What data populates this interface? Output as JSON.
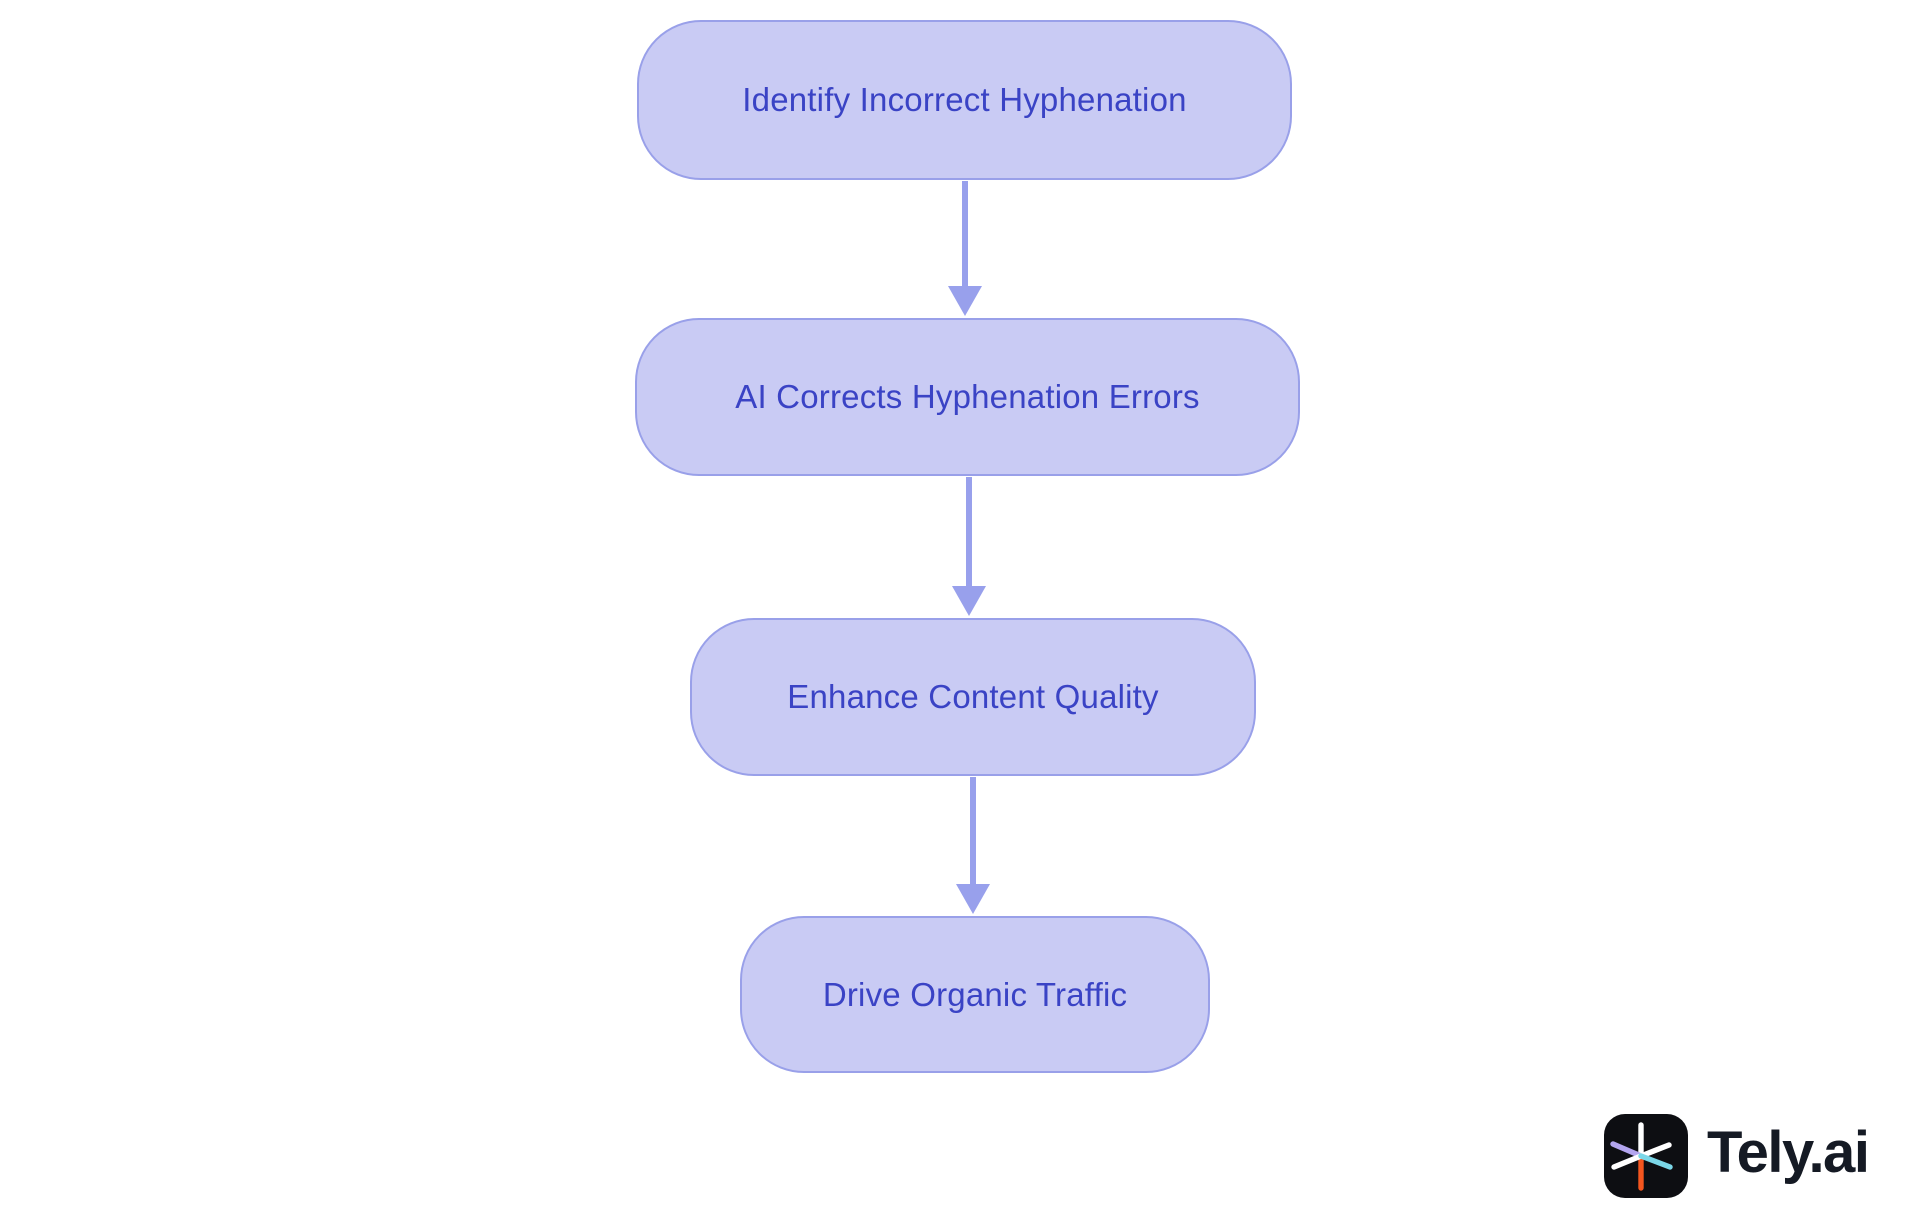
{
  "diagram": {
    "type": "flowchart",
    "direction": "top-down",
    "nodes": [
      {
        "id": "n1",
        "label": "Identify Incorrect Hyphenation"
      },
      {
        "id": "n2",
        "label": "AI Corrects Hyphenation Errors"
      },
      {
        "id": "n3",
        "label": "Enhance Content Quality"
      },
      {
        "id": "n4",
        "label": "Drive Organic Traffic"
      }
    ],
    "edges": [
      {
        "from": "n1",
        "to": "n2"
      },
      {
        "from": "n2",
        "to": "n3"
      },
      {
        "from": "n3",
        "to": "n4"
      }
    ]
  },
  "branding": {
    "logo_text": "Tely.ai",
    "logo_icon": "asterisk-spark-icon"
  },
  "colors": {
    "background": "#ffffff",
    "node_fill": "#c9cbf4",
    "node_border": "#99a0e9",
    "node_text": "#3a43c5",
    "arrow": "#98a0ec",
    "logo_bg": "#0d0e12",
    "logo_text_color": "#151a24",
    "spoke_white": "#ffffff",
    "spoke_orange": "#f4561f",
    "spoke_lavender": "#b3a5ef",
    "spoke_cyan": "#7bd7e8"
  }
}
